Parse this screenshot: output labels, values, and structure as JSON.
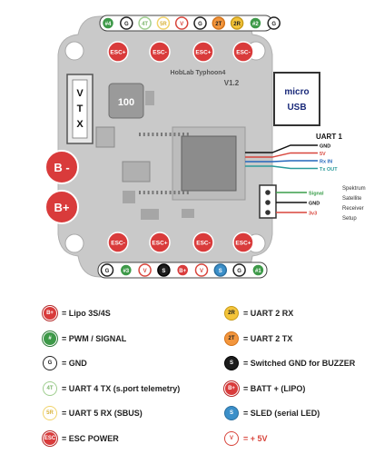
{
  "board": {
    "top_pads": [
      "#4",
      "G",
      "4T",
      "5R",
      "V",
      "G",
      "2T",
      "2R",
      "#2",
      "G"
    ],
    "bottom_pads": [
      "G",
      "#3",
      "V",
      "S",
      "B+",
      "V",
      "S",
      "G",
      "#1"
    ],
    "esc_top": [
      "ESC+",
      "ESC-",
      "ESC+",
      "ESC-"
    ],
    "esc_bottom": [
      "ESC-",
      "ESC+",
      "ESC-",
      "ESC+"
    ],
    "brand": "HobLab Typhoon4",
    "version": "V1.2",
    "capacitor": "100",
    "vtx": [
      "V",
      "T",
      "X"
    ],
    "usb": [
      "micro",
      "USB"
    ],
    "batt_minus": "B -",
    "batt_plus": "B+",
    "uart1": {
      "title": "UART 1",
      "lines": [
        {
          "label": "GND",
          "color": "#111111"
        },
        {
          "label": "5V",
          "color": "#d8453c"
        },
        {
          "label": "Rx IN",
          "color": "#2266bb"
        },
        {
          "label": "Tx OUT",
          "color": "#2a9a9a"
        }
      ]
    },
    "spektrum": {
      "lines": [
        {
          "label": "Signal",
          "color": "#3a9e4a"
        },
        {
          "label": "GND",
          "color": "#111111"
        },
        {
          "label": "3v3",
          "color": "#d8453c"
        }
      ],
      "caption": [
        "Spektrum",
        "Satellite",
        "Receiver",
        "Setup"
      ]
    }
  },
  "legend": {
    "left": [
      {
        "badge": "B+",
        "style": "b-red",
        "text": "= Lipo 3S/4S"
      },
      {
        "badge": "#",
        "style": "b-green",
        "text": "= PWM / SIGNAL"
      },
      {
        "badge": "G",
        "style": "b-white",
        "text": "= GND"
      },
      {
        "badge": "4T",
        "style": "b-lgreen",
        "text": "= UART 4 TX (s.port telemetry)"
      },
      {
        "badge": "5R",
        "style": "b-yellow",
        "text": "= UART 5 RX (SBUS)"
      },
      {
        "badge": "ESC",
        "style": "b-red",
        "text": "= ESC POWER"
      }
    ],
    "right": [
      {
        "badge": "2R",
        "style": "b-2r",
        "text": "= UART 2 RX"
      },
      {
        "badge": "2T",
        "style": "b-2t",
        "text": "= UART 2 TX"
      },
      {
        "badge": "S",
        "style": "b-black",
        "text": "= Switched GND for BUZZER"
      },
      {
        "badge": "B+",
        "style": "b-red",
        "text": "= BATT + (LIPO)"
      },
      {
        "badge": "S",
        "style": "b-blue",
        "text": "= SLED (serial LED)"
      },
      {
        "badge": "V",
        "style": "b-vred",
        "text": "= + 5V"
      }
    ]
  }
}
